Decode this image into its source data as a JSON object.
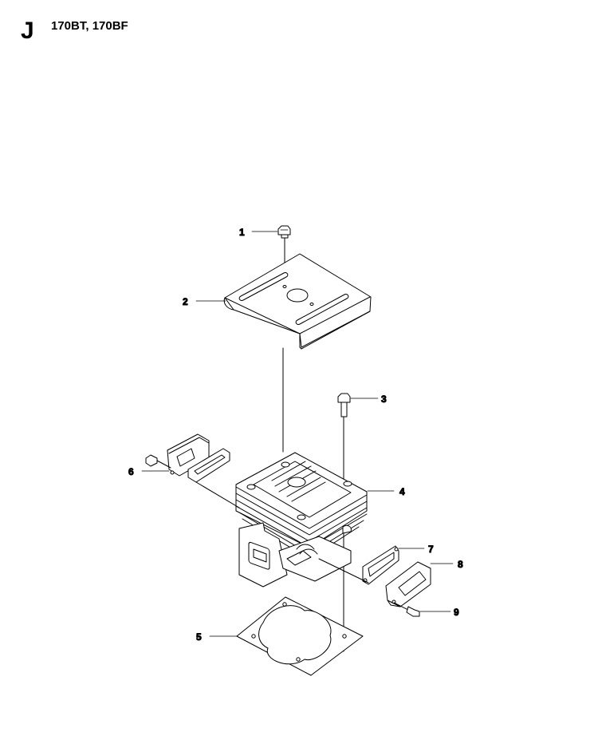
{
  "header": {
    "section": "J",
    "models": "170BT, 170BF"
  },
  "callouts": [
    {
      "num": "1",
      "anchor": "screw-top"
    },
    {
      "num": "2",
      "anchor": "cover-plate"
    },
    {
      "num": "3",
      "anchor": "bolt"
    },
    {
      "num": "4",
      "anchor": "cylinder"
    },
    {
      "num": "5",
      "anchor": "base-gasket"
    },
    {
      "num": "6",
      "anchor": "intake-flange-left"
    },
    {
      "num": "7",
      "anchor": "exhaust-gasket"
    },
    {
      "num": "8",
      "anchor": "muffler-flange"
    },
    {
      "num": "9",
      "anchor": "screw-right"
    }
  ]
}
